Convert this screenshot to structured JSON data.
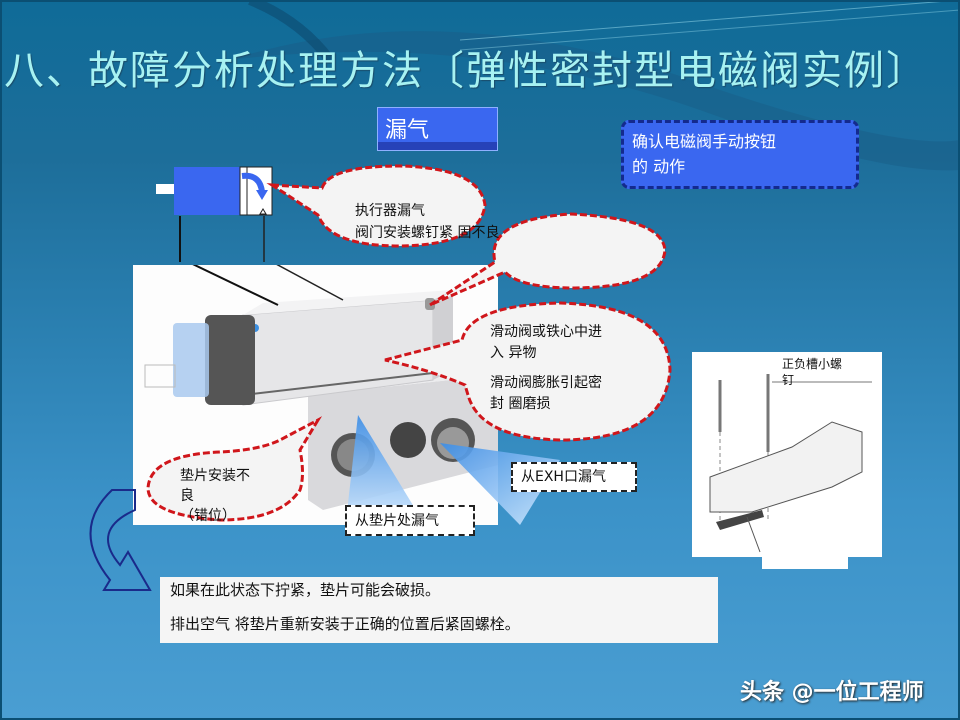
{
  "slide": {
    "title": "八、故障分析处理方法〔弹性密封型电磁阀实例〕",
    "section_label": "漏气",
    "confirm_box": {
      "line1": "确认电磁阀手动按钮",
      "line2": "的  动作"
    }
  },
  "callouts": {
    "actuator": {
      "line1": "执行器漏气",
      "line2": "阀门安装螺钉紧  固不良"
    },
    "empty_bubble": "",
    "slide_valve": {
      "line1": "滑动阀或铁心中进",
      "line2": "入  异物",
      "line3": "滑动阀膨胀引起密",
      "line4": "封  圈磨损"
    },
    "gasket": {
      "line1": "垫片安装不",
      "line2": "良",
      "line3": "（错位）"
    }
  },
  "leak_notes": {
    "exh": "从EXH口漏气",
    "gasket": "从垫片处漏气"
  },
  "diagram": {
    "screw_label_line1": "正负槽小螺",
    "screw_label_line2": "钉"
  },
  "bottom_note": {
    "line1": "如果在此状态下拧紧，垫片可能会破损。",
    "line2": "排出空气   将垫片重新安装于正确的位置后紧固螺栓。"
  },
  "watermark": "头条 @一位工程师",
  "colors": {
    "title_text": "#a7f2f2",
    "box_blue": "#3a67f0",
    "callout_border": "#d0161b",
    "dark_navy": "#142a8e",
    "background_mid": "#2a7fb0"
  }
}
